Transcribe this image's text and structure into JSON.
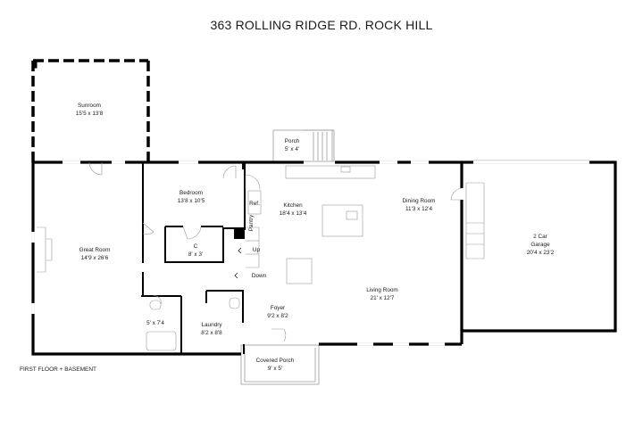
{
  "title": "363 ROLLING RIDGE RD. ROCK HILL",
  "footer": "FIRST FLOOR + BASEMENT",
  "rooms": {
    "sunroom": {
      "name": "Sunroom",
      "size": "15'5 x 13'8"
    },
    "porch": {
      "name": "Porch",
      "size": "5' x 4'"
    },
    "bedroom": {
      "name": "Bedroom",
      "size": "13'8 x 10'5"
    },
    "kitchen": {
      "name": "Kitchen",
      "size": "18'4 x 13'4"
    },
    "dining": {
      "name": "Dining Room",
      "size": "11'3 x 12'4"
    },
    "garage": {
      "name_line1": "2 Car",
      "name_line2": "Garage",
      "size": "20'4 x 23'2"
    },
    "great_room": {
      "name": "Great Room",
      "size": "14'9 x 26'6"
    },
    "closet": {
      "name": "C",
      "size": "8' x 3'"
    },
    "living": {
      "name": "Living Room",
      "size": "21' x 12'7"
    },
    "foyer": {
      "name": "Foyer",
      "size": "9'2 x 8'2"
    },
    "bath": {
      "size": "5' x 7'4"
    },
    "laundry": {
      "name": "Laundry",
      "size": "8'2 x 8'8"
    },
    "covered_porch": {
      "name": "Covered Porch",
      "size": "9' x 5'"
    }
  },
  "labels": {
    "ref": "Ref.",
    "pantry": "Pantry",
    "up": "Up",
    "down": "Down"
  }
}
